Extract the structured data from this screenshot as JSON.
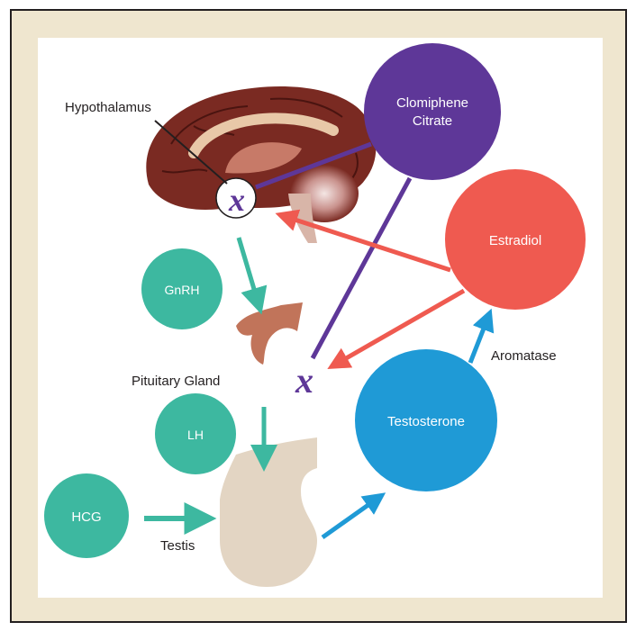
{
  "labels": {
    "hypothalamus": "Hypothalamus",
    "pituitary": "Pituitary Gland",
    "testis": "Testis",
    "aromatase": "Aromatase"
  },
  "circles": {
    "clomiphene_line1": "Clomiphene",
    "clomiphene_line2": "Citrate",
    "estradiol": "Estradiol",
    "testosterone": "Testosterone",
    "gnrh": "GnRH",
    "lh": "LH",
    "hcg": "HCG"
  },
  "marks": {
    "block_hypothalamus": "x",
    "block_pituitary": "x"
  },
  "colors": {
    "frame": "#efe6cf",
    "border": "#231f20",
    "clomiphene": "#5e3798",
    "estradiol": "#ef5a50",
    "testosterone": "#1f9ad6",
    "teal": "#3db8a0",
    "brain": "#7a2a22",
    "testis": "#e3d5c3"
  }
}
